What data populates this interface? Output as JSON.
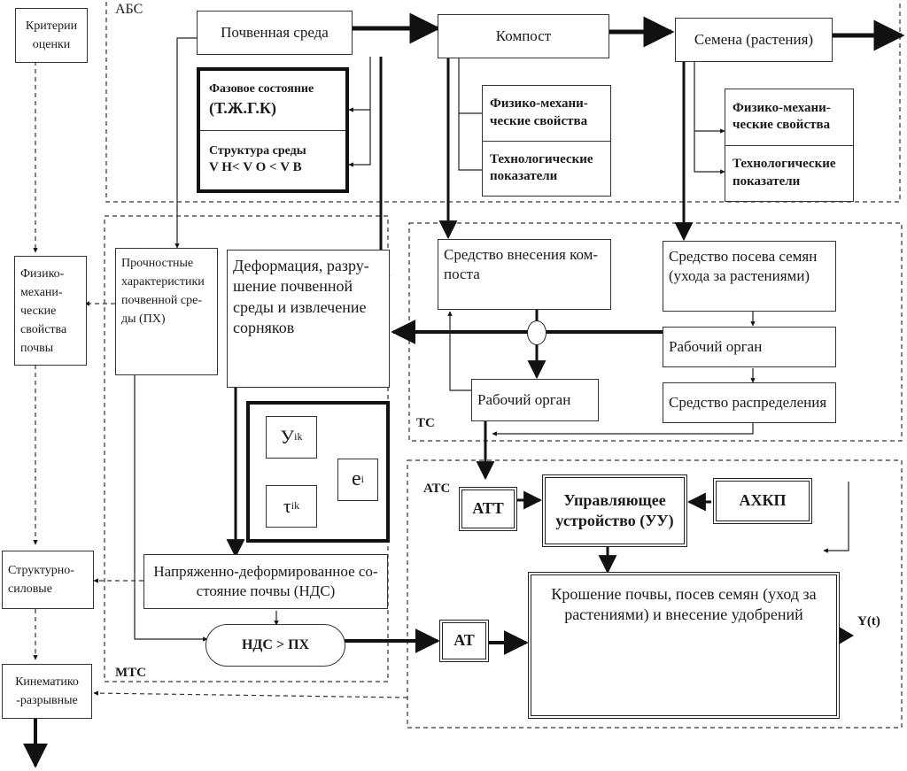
{
  "zones": {
    "abs": "АБС",
    "mts": "МТС",
    "ts": "ТС",
    "ats": "АТС"
  },
  "criteria": {
    "header": "Критерии оценки",
    "physical_mechanical": "Физико-механи-ческие свойства почвы",
    "structural_force": "Структурно-силовые",
    "kinematic_rupture": "Кинематико -разрывные"
  },
  "abs": {
    "soil_environment": "Почвенная среда",
    "phase_state_title": "Фазовое состояние",
    "phase_state_value": "(Т.Ж.Г.К)",
    "structure_title": "Структура среды",
    "structure_value": "V Н< V О < V В",
    "compost": "Компост",
    "compost_props": "Физико-механи-ческие свойства",
    "compost_tech": "Технологические показатели",
    "seeds": "Семена (растения)",
    "seeds_props": "Физико-механи-ческие свойства",
    "seeds_tech": "Технологические показатели"
  },
  "mts": {
    "strength": "Прочностные характеристики почвенной сре-ды (ПХ)",
    "deformation": "Деформация, разру-шение почвенной среды и извлечение сорняков",
    "y_main": "У",
    "y_sub": "ik",
    "tau_main": "τ",
    "tau_sub": "ik",
    "e_main": "е",
    "e_sub": "i",
    "nds": "Напряженно-деформированное со-стояние почвы (НДС)",
    "condition": "НДС > ПХ"
  },
  "ts": {
    "compost_means": "Средство внесения ком-поста",
    "compost_working": "Рабочий орган",
    "seeding_means": "Средство посева семян (ухода за растениями)",
    "seeding_working": "Рабочий орган",
    "distribution": "Средство распределения"
  },
  "ats": {
    "att": "АТТ",
    "control_unit": "Управляющее устройство (УУ)",
    "ahkp": "АХКП",
    "at": "АТ",
    "process": "Крошение почвы, посев семян (уход за растениями) и внесение удобрений",
    "output": "Y(t)"
  }
}
